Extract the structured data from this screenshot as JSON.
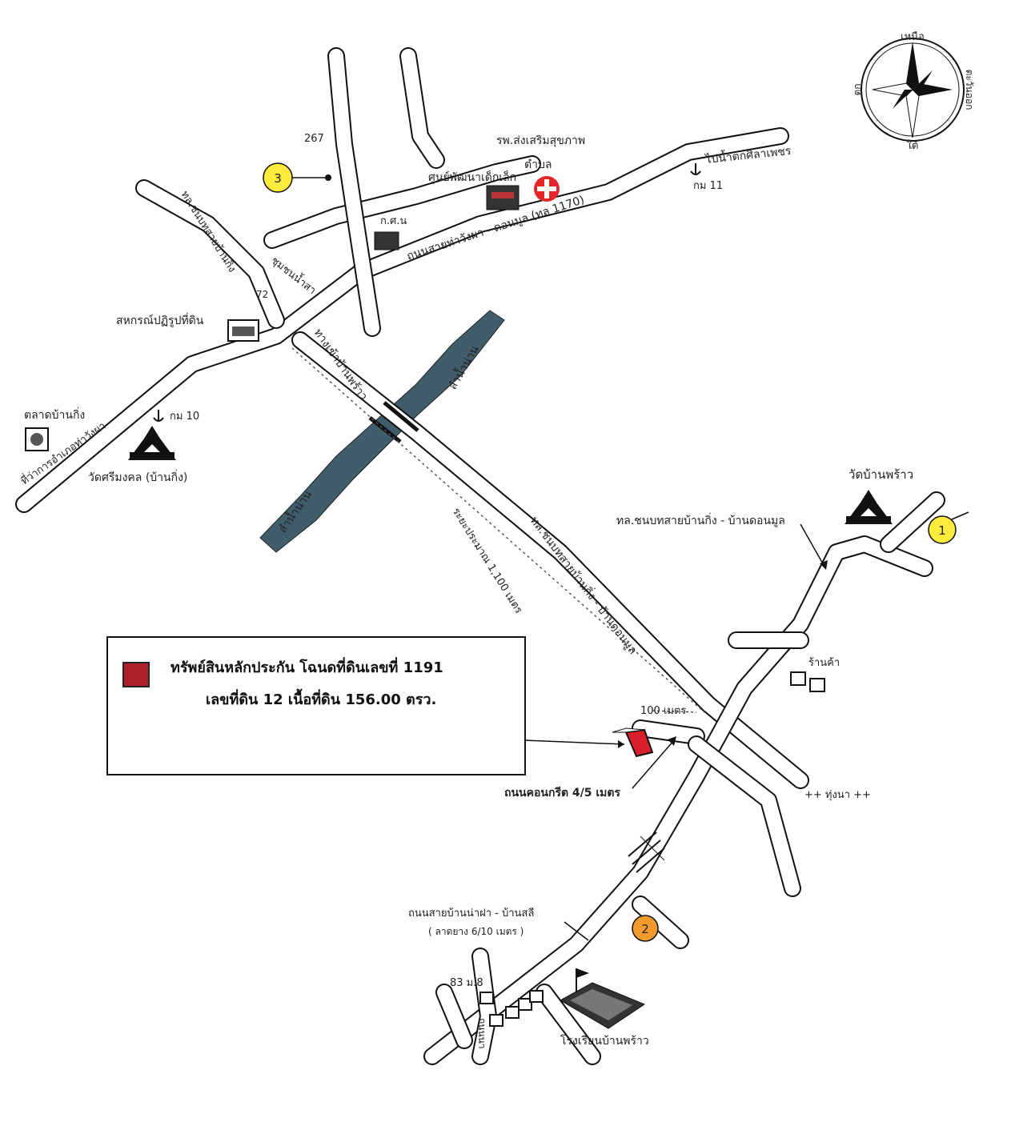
{
  "compass": {
    "north": "เหนือ",
    "south": "ใต้",
    "east": "ตะวันออก",
    "west": "ตก"
  },
  "markers": {
    "m1": "1",
    "m2": "2",
    "m3": "3"
  },
  "legend": {
    "line1": "ทรัพย์สินหลักประกัน โฉนดที่ดินเลขที่  1191",
    "line2": "เลขที่ดิน 12 เนื้อที่ดิน  156.00 ตรว."
  },
  "labels": {
    "hospital": "รพ.ส่งเสริมสุขภาพ",
    "tambon": "ตำบล",
    "child_center": "ศูนย์พัฒนาเด็กเล็ก",
    "to_dam": "ไปน้ำตกศิลาเพชร",
    "km11": "กม 11",
    "ksn": "ก.ศ.น",
    "road_1170": "ถนนสายท่าวังผา - ดอนมูล (ทล 1170)",
    "house_267": "267",
    "rural_road_top": "ทล.ชนบทสายบ้านกิ่ง",
    "nam_sa": "ชุมชนน้ำสา",
    "house_72": "72",
    "cooperative": "สหกรณ์ปฏิรูปที่ดิน",
    "road_to_phrao": "ทางเข้าบ้านพร้าว",
    "nan_river_1": "ลำน้ำน่าน",
    "nan_river_2": "ลำน้ำน่าน",
    "market": "ตลาดบ้านกิ่ง",
    "district": "ที่ว่าการอำเภอท่าวังผา",
    "km10": "กม 10",
    "wat_srimongkol": "วัดศรีมงคล (บ้านกิ่ง)",
    "distance_1100": "ระยะประมาณ 1,100 เมตร",
    "rural_road_diag": "ทล.ชนบทสายบ้านกิ่ง - บ้านดอนมูล",
    "wat_ban_phrao": "วัดบ้านพร้าว",
    "rural_road_right": "ทล.ชนบทสายบ้านกิ่ง - บ้านดอนมูล",
    "shop": "ร้านค้า",
    "distance_100": "100 เมตร",
    "concrete_road": "ถนนคอนกรีต 4/5 เมตร",
    "rice_field": "++ ทุ่งนา ++",
    "road_na_fa": "ถนนสายบ้านน่าฝา - บ้านสลี",
    "paved": "( ลาดยาง 6/10 เมตร )",
    "house_83": "83 ม.8",
    "school": "โรงเรียนบ้านพร้าว",
    "ban_na": "ถนนนา"
  },
  "colors": {
    "river": "#3f5d6b",
    "marker_yellow": "#ffeb3b",
    "marker_orange": "#f39a2e",
    "parcel": "#d81e2a",
    "red_cross": "#e3262b"
  }
}
